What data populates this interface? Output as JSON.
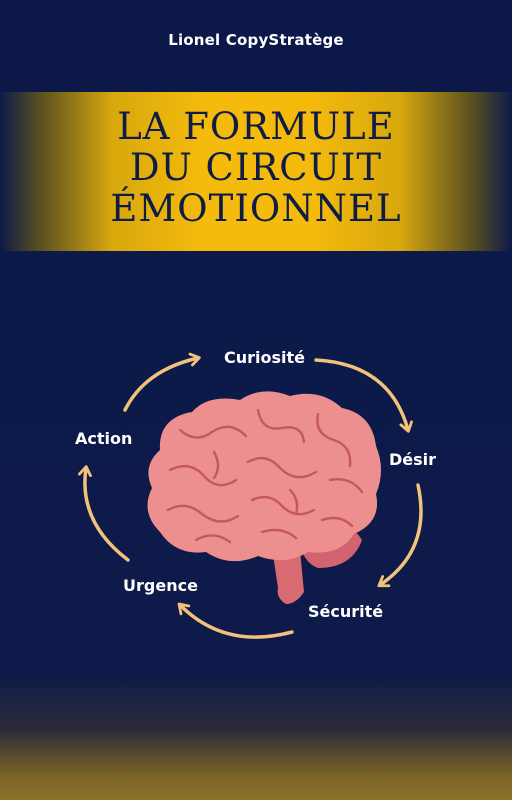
{
  "author": "Lionel CopyStratège",
  "title": {
    "line1": "LA FORMULE",
    "line2": "DU CIRCUIT",
    "line3": "ÉMOTIONNEL"
  },
  "cycle": {
    "steps": [
      "Curiosité",
      "Désir",
      "Sécurité",
      "Urgence",
      "Action"
    ]
  },
  "colors": {
    "background": "#0d1a4a",
    "band": "#f5bb0c",
    "arrow": "#f2c27a",
    "brain": "#ee8f8f"
  },
  "icons": {
    "center": "brain-icon",
    "arrows": "curved-arrow-icon"
  }
}
